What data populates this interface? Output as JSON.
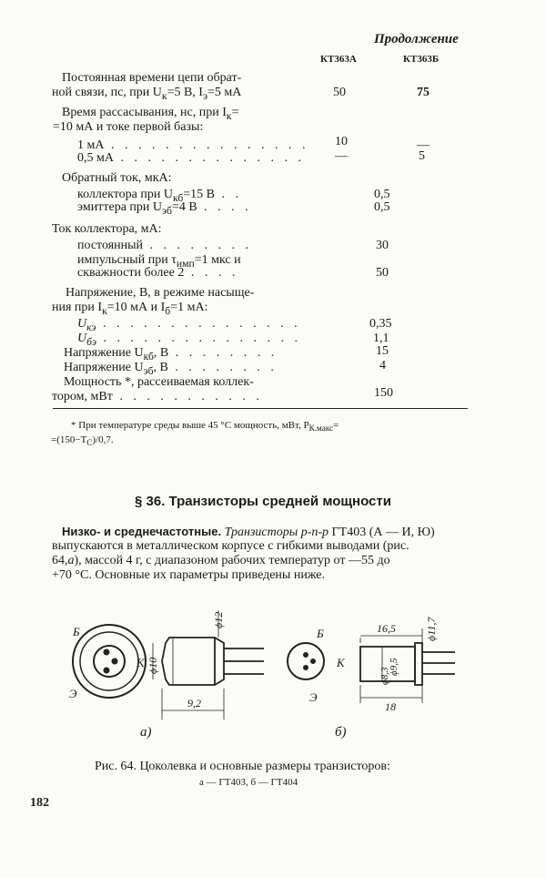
{
  "header": {
    "continuation": "Продолжение",
    "col1": "КТ363А",
    "col2": "КТ363Б"
  },
  "rows": {
    "r1_line1": "Постоянная времени цепи обрат-",
    "r1_line2": "ной связи, пс, при U",
    "r1_sub1": "к",
    "r1_mid": "=5 В, I",
    "r1_sub2": "э",
    "r1_end": "=5 мА",
    "r1_v1": "50",
    "r1_v2": "75",
    "r2_line1": "Время рассасывания, нс, при I",
    "r2_sub": "к",
    "r2_eq": "=",
    "r2_line2": "=10 мА и токе первой базы:",
    "r2a_label": "1 мА",
    "r2a_v1": "10",
    "r2a_v2": "—",
    "r2b_label": "0,5 мА",
    "r2b_v1": "—",
    "r2b_v2": "5",
    "r3_head": "Обратный ток, мкА:",
    "r3a_label": "коллектора при U",
    "r3a_sub": "кб",
    "r3a_end": "=15 В",
    "r3a_v": "0,5",
    "r3b_label": "эмиттера при U",
    "r3b_sub": "эб",
    "r3b_end": "=4 В",
    "r3b_v": "0,5",
    "r4_head": "Ток коллектора, мА:",
    "r4a_label": "постоянный",
    "r4a_v": "30",
    "r4b_line1": "импульсный при τ",
    "r4b_sub": "имп",
    "r4b_end": "=1 мкс и",
    "r4b_line2": "скважности более 2",
    "r4b_v": "50",
    "r5_line1": "Напряжение, В, в режиме насыще-",
    "r5_line2a": "ния при I",
    "r5_sub1": "к",
    "r5_line2b": "=10 мА и I",
    "r5_sub2": "б",
    "r5_line2c": "=1 мА:",
    "r5a_label": "U",
    "r5a_sub": "кэ",
    "r5a_v": "0,35",
    "r5b_label": "U",
    "r5b_sub": "бэ",
    "r5b_v": "1,1",
    "r6_label": "Напряжение U",
    "r6_sub": "кб",
    "r6_end": ", В",
    "r6_v": "15",
    "r7_label": "Напряжение U",
    "r7_sub": "эб",
    "r7_end": ", В",
    "r7_v": "4",
    "r8_line1": "Мощность *, рассеиваемая коллек-",
    "r8_line2": "тором, мВт",
    "r8_v": "150"
  },
  "footnote": {
    "line1": "* При температуре среды выше 45 °С мощность, мВт, P",
    "line1_sub": "К.макс",
    "line1_end": "=",
    "line2": "=(150−T",
    "line2_sub": "С",
    "line2_end": ")/0,7."
  },
  "section": {
    "title": "§ 36. Транзисторы средней мощности"
  },
  "para": {
    "lead": "Низко- и среднечастотные.",
    "lead_it": "Транзисторы р-п-р",
    "line1_rest": "ГТ403 (А — И, Ю)",
    "line2": "выпускаются в металлическом корпусе с гибкими выводами (рис.",
    "line3a": "64,",
    "line3_it": "а",
    "line3b": "), массой 4 г, с диапазоном рабочих температур от —55 до",
    "line4": "+70 °С. Основные их параметры приведены ниже."
  },
  "figure": {
    "label_B": "Б",
    "label_K": "К",
    "label_E": "Э",
    "dim_d12": "ϕ12",
    "dim_d10": "ϕ10",
    "dim_92": "9,2",
    "sub_a": "а)",
    "dim_165": "16,5",
    "dim_d117": "ϕ11,7",
    "dim_d95": "ϕ9,5",
    "dim_d83": "ϕ8,3",
    "dim_18": "18",
    "sub_b": "б)",
    "caption_line1": "Рис. 64. Цоколевка и основные размеры транзисторов:",
    "caption_line2": "а — ГТ403, б — ГТ404"
  },
  "page_number": "182"
}
